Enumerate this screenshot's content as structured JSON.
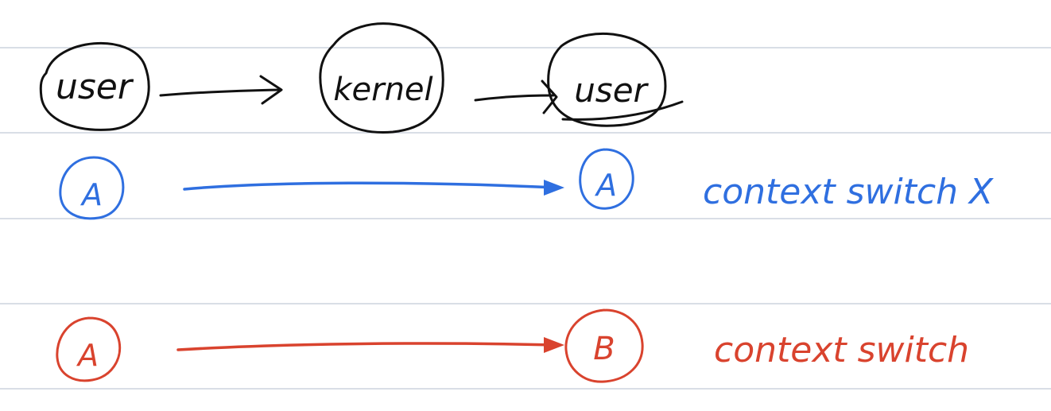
{
  "colors": {
    "paper": "#ffffff",
    "rule_line": "#c2cad6",
    "ink_black": "#111111",
    "ink_blue": "#2f6fe0",
    "ink_red": "#d9432e"
  },
  "row_user_kernel": {
    "nodes": [
      {
        "label": "user"
      },
      {
        "label": "kernel"
      },
      {
        "label": "user"
      }
    ]
  },
  "row_same_process": {
    "from": "A",
    "to": "A",
    "note": "context switch X"
  },
  "row_other_process": {
    "from": "A",
    "to": "B",
    "note": "context switch"
  }
}
